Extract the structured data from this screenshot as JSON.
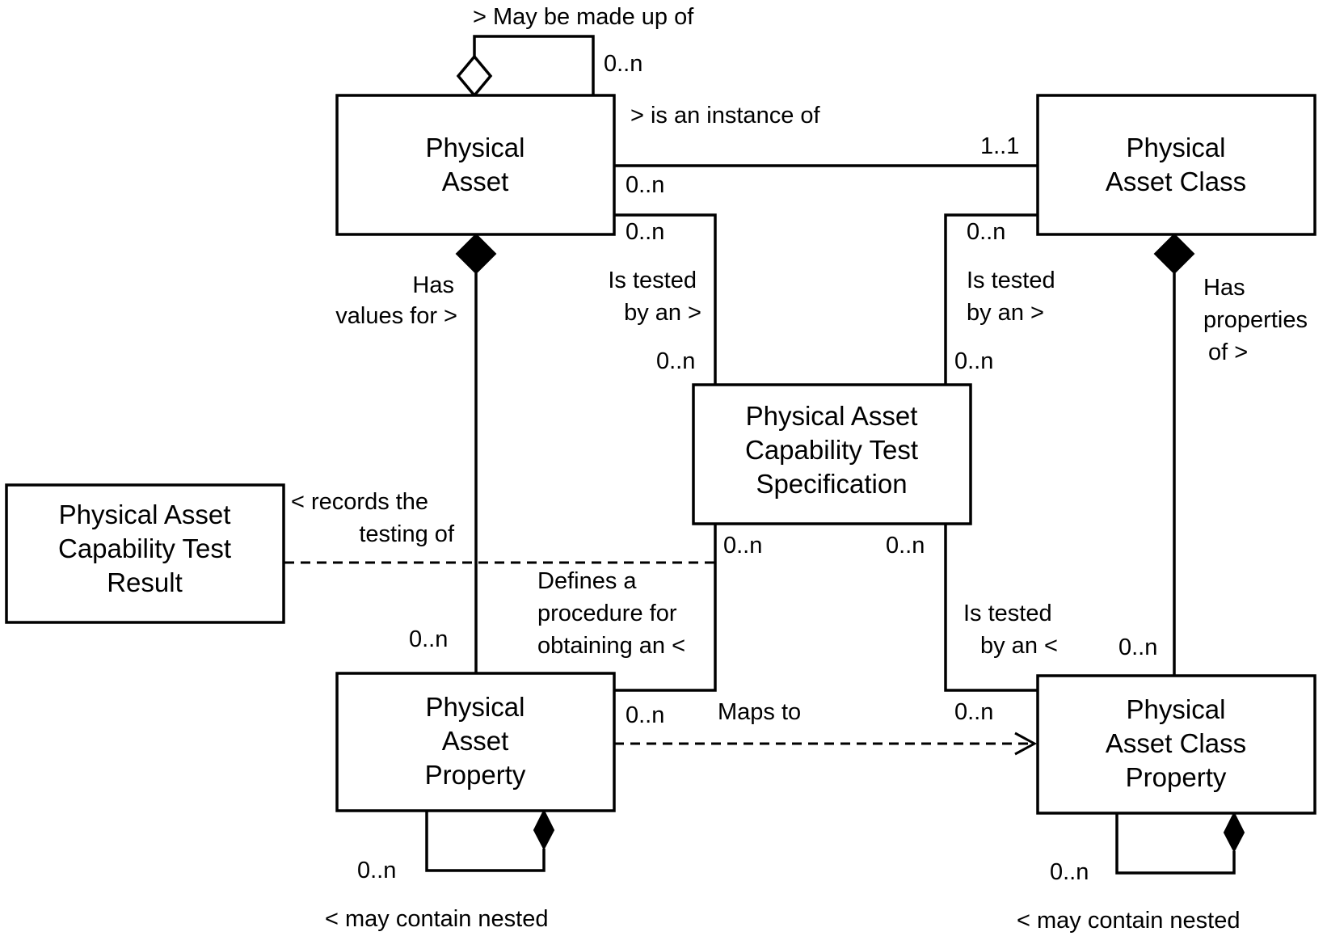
{
  "diagram": {
    "type": "UML class diagram",
    "classes": {
      "physical_asset": {
        "lines": [
          "Physical",
          "Asset"
        ]
      },
      "physical_asset_class": {
        "lines": [
          "Physical",
          "Asset Class"
        ]
      },
      "test_specification": {
        "lines": [
          "Physical Asset",
          "Capability Test",
          "Specification"
        ]
      },
      "test_result": {
        "lines": [
          "Physical Asset",
          "Capability Test",
          "Result"
        ]
      },
      "physical_asset_property": {
        "lines": [
          "Physical",
          "Asset",
          "Property"
        ]
      },
      "physical_asset_class_property": {
        "lines": [
          "Physical",
          "Asset Class",
          "Property"
        ]
      }
    },
    "associations": {
      "made_up_of": {
        "label": "> May be made up of",
        "multiplicity": "0..n"
      },
      "instance_of": {
        "label": "> is an instance of",
        "mult_source": "0..n",
        "mult_target": "1..1"
      },
      "asset_tested_by": {
        "label": [
          "Is tested",
          "by an >"
        ],
        "mult_source": "0..n",
        "mult_target": "0..n"
      },
      "class_tested_by": {
        "label": [
          "Is tested",
          "by an >"
        ],
        "mult_source": "0..n",
        "mult_target": "0..n"
      },
      "has_values_for": {
        "label": [
          "Has",
          "values for >"
        ],
        "multiplicity": "0..n"
      },
      "has_properties_of": {
        "label": [
          "Has",
          "properties",
          "of >"
        ],
        "multiplicity": "0..n"
      },
      "records_testing_of": {
        "label": [
          "< records the",
          "testing of"
        ]
      },
      "defines_procedure": {
        "label": [
          "Defines a",
          "procedure for",
          "obtaining an <"
        ],
        "mult_spec": "0..n",
        "mult_property": "0..n"
      },
      "class_property_tested_by": {
        "label": [
          "Is tested",
          "by an <"
        ],
        "mult_spec": "0..n",
        "mult_property": "0..n"
      },
      "maps_to": {
        "label": "Maps to"
      },
      "property_nested": {
        "label": "< may contain nested",
        "multiplicity": "0..n"
      },
      "class_property_nested": {
        "label": "< may contain nested",
        "multiplicity": "0..n"
      }
    }
  }
}
